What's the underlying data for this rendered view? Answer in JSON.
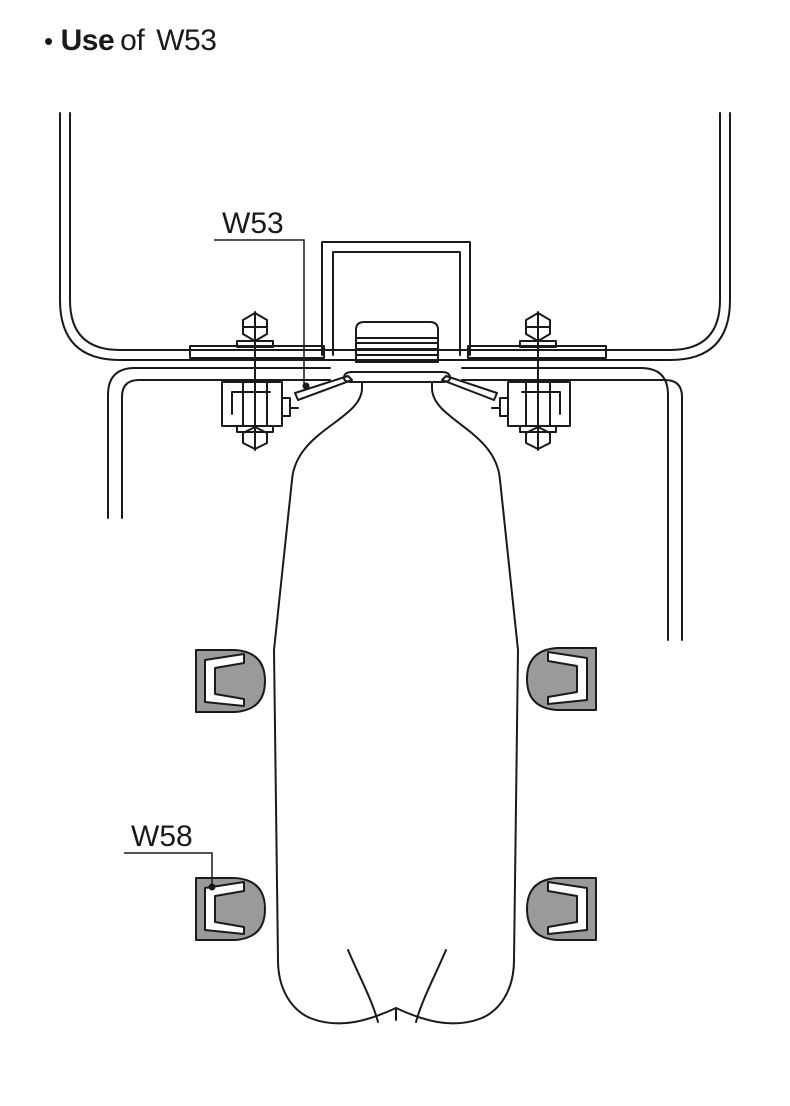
{
  "heading": {
    "bullet": "•",
    "bold_word": "Use",
    "light_word": "of",
    "part_code": "W53"
  },
  "labels": {
    "w53": "W53",
    "w58": "W58"
  },
  "colors": {
    "stroke": "#1a1a1a",
    "guide_fill": "#9a9a9a"
  }
}
